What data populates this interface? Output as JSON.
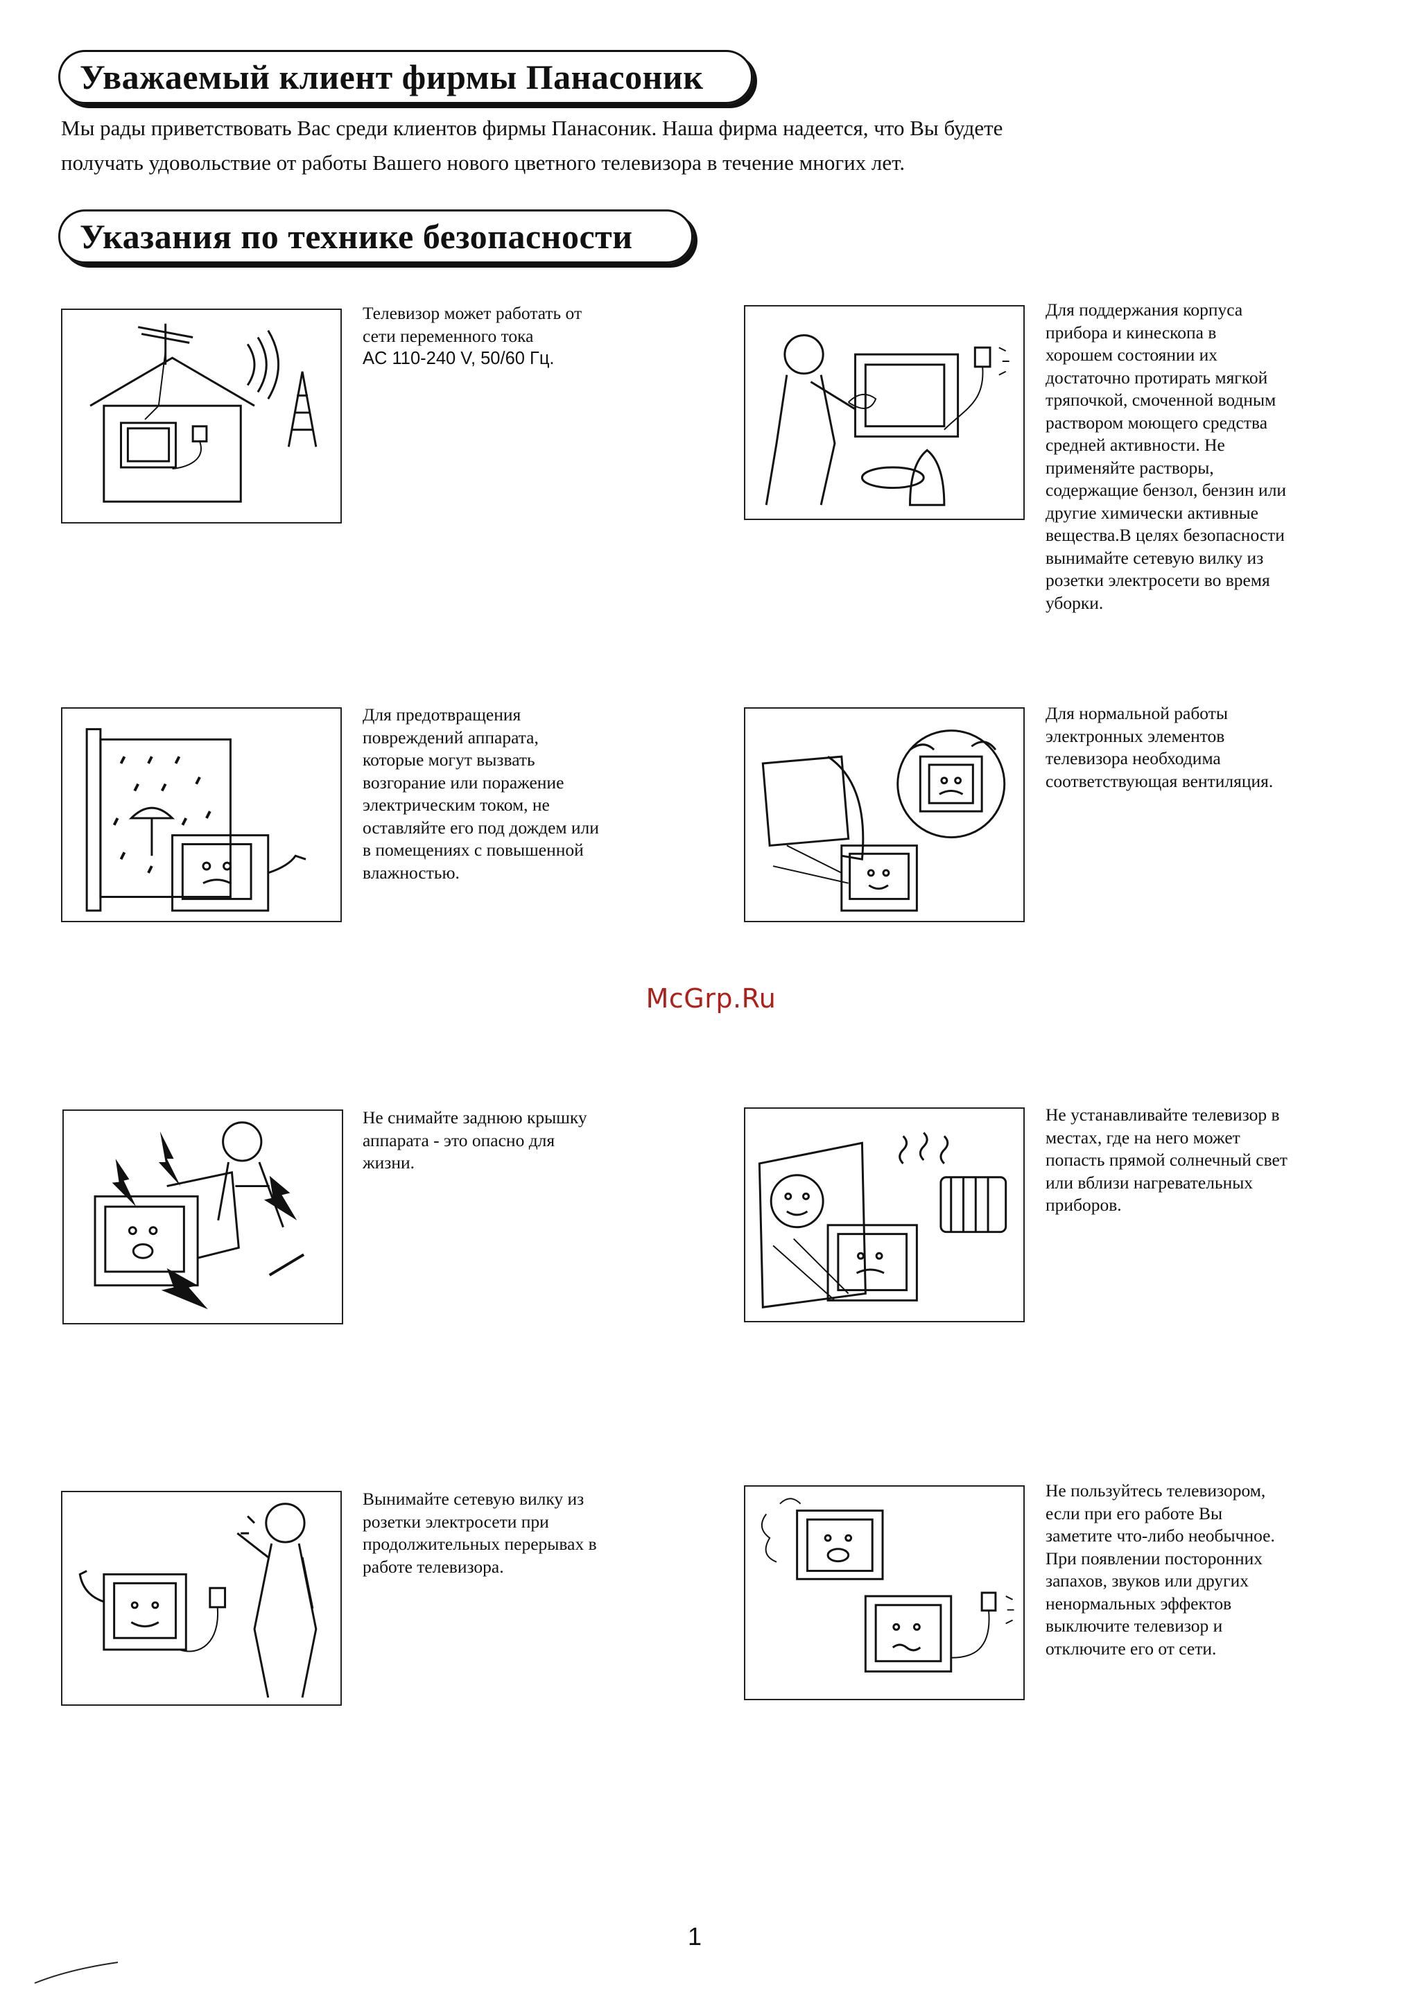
{
  "welcome": {
    "title": "Уважаемый клиент фирмы Панасоник",
    "lines": [
      "Мы рады приветствовать Вас среди клиентов фирмы Панасоник. Наша фирма надеется, что Вы будете",
      "получать удовольствие от работы Вашего нового цветного телевизора в течение многих лет."
    ]
  },
  "safety": {
    "title": "Указания по технике безопасности",
    "items": [
      {
        "lines": [
          "Телевизор может работать от",
          "сети переменного тока",
          "AC 110-240 V, 50/60 Гц."
        ]
      },
      {
        "lines": [
          "Для поддержания корпуса",
          "прибора и кинескопа в",
          "хорошем состоянии их",
          "достаточно протирать мягкой",
          "тряпочкой, смоченной водным",
          "раствором моющего средства",
          "средней активности. Не",
          "применяйте растворы,",
          "содержащие бензол, бензин или",
          "другие химически активные",
          "вещества.В целях безопасности",
          "вынимайте сетевую вилку из",
          "розетки электросети во время",
          "уборки."
        ]
      },
      {
        "lines": [
          "Для предотвращения",
          "повреждений аппарата,",
          "которые могут вызвать",
          "возгорание или поражение",
          "электрическим током, не",
          "оставляйте его под дождем или",
          "в помещениях с повышенной",
          "влажностью."
        ]
      },
      {
        "lines": [
          "Для нормальной работы",
          "электронных элементов",
          "телевизора необходима",
          "соответствующая вентиляция."
        ]
      },
      {
        "lines": [
          "Не снимайте заднюю крышку",
          "аппарата - это опасно для",
          "жизни."
        ]
      },
      {
        "lines": [
          "Не устанавливайте телевизор в",
          "местах, где на него может",
          "попасть прямой солнечный свет",
          "или вблизи нагревательных",
          "приборов."
        ]
      },
      {
        "lines": [
          "Вынимайте сетевую вилку из",
          "розетки электросети при",
          "продолжительных перерывах в",
          "работе телевизора."
        ]
      },
      {
        "lines": [
          "Не пользуйтесь телевизором,",
          "если при его работе Вы",
          "заметите что-либо необычное.",
          "При появлении посторонних",
          "запахов, звуков или других",
          "ненормальных эффектов",
          "выключите телевизор и",
          "отключите его от сети."
        ]
      }
    ]
  },
  "watermark": "McGrp.Ru",
  "page_number": "1",
  "colors": {
    "watermark": "#b21e18",
    "ink": "#111111"
  }
}
